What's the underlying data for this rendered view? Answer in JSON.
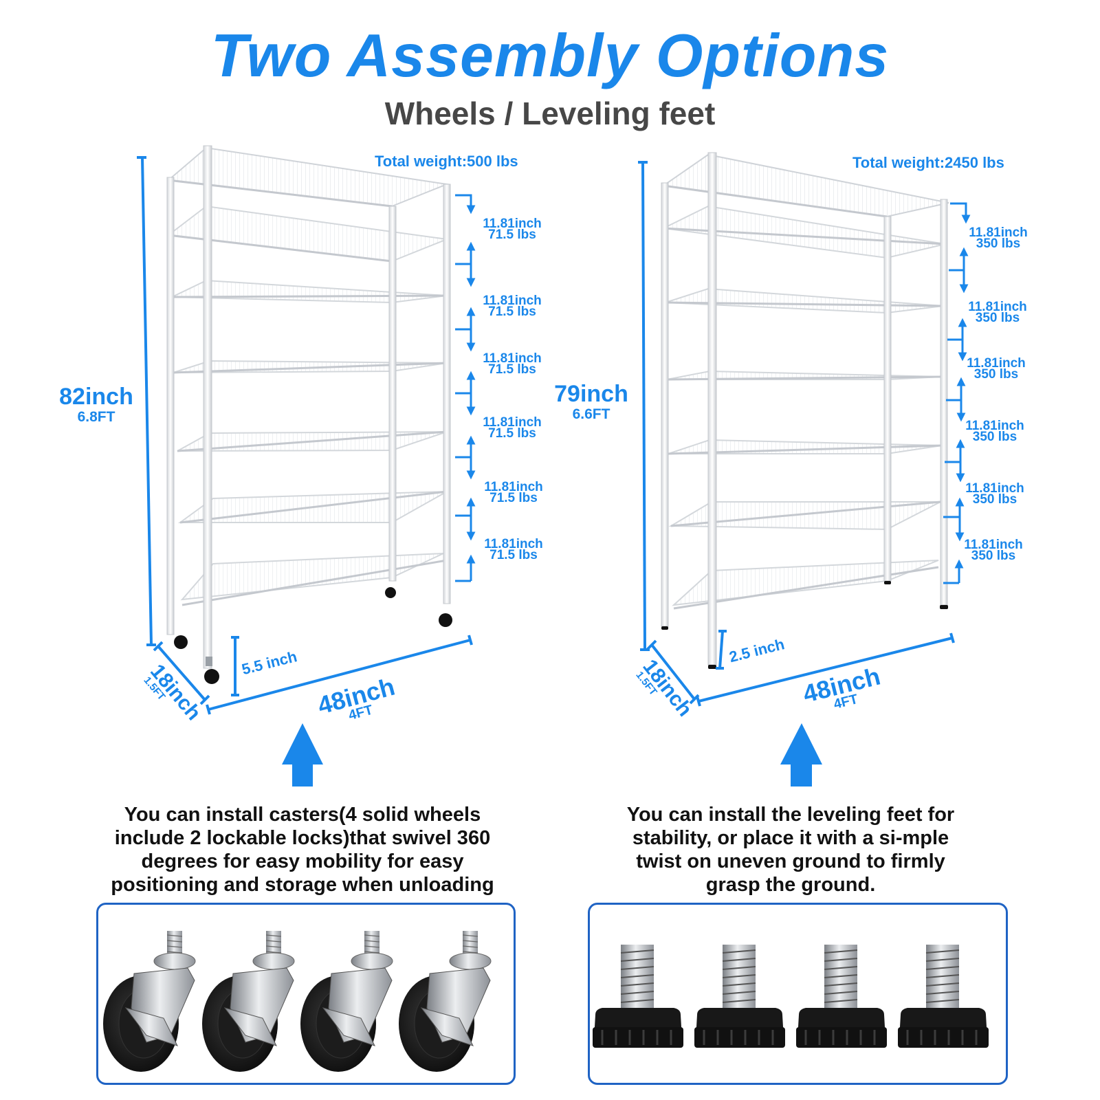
{
  "header": {
    "title": "Two Assembly Options",
    "subtitle": "Wheels / Leveling feet"
  },
  "colors": {
    "accent": "#1a87ea",
    "subtitle": "#474747",
    "body_text": "#111111",
    "box_border": "#1f63c4"
  },
  "left": {
    "total_weight": "Total weight:500 lbs",
    "height_inch": "82inch",
    "height_ft": "6.8FT",
    "depth_inch": "18inch",
    "depth_ft": "1.5FT",
    "width_inch": "48inch",
    "width_ft": "4FT",
    "clearance": "5.5 inch",
    "shelves": [
      {
        "spacing": "11.81inch",
        "load": "71.5 lbs"
      },
      {
        "spacing": "11.81inch",
        "load": "71.5 lbs"
      },
      {
        "spacing": "11.81inch",
        "load": "71.5 lbs"
      },
      {
        "spacing": "11.81inch",
        "load": "71.5 lbs"
      },
      {
        "spacing": "11.81inch",
        "load": "71.5 lbs"
      },
      {
        "spacing": "11.81inch",
        "load": "71.5 lbs"
      }
    ],
    "description": "You can install casters(4 solid wheels include 2 lockable locks)that swivel 360 degrees for easy mobility for easy positioning and storage when unloading",
    "description_lines": [
      "You can install casters(4 solid wheels",
      "include 2 lockable locks)that swivel 360",
      "degrees for easy mobility for easy",
      "positioning and storage when unloading"
    ],
    "accessory": "caster-wheel-icon",
    "accessory_count": 4
  },
  "right": {
    "total_weight": "Total weight:2450 lbs",
    "height_inch": "79inch",
    "height_ft": "6.6FT",
    "depth_inch": "18inch",
    "depth_ft": "1.5FT",
    "width_inch": "48inch",
    "width_ft": "4FT",
    "clearance": "2.5 inch",
    "shelves": [
      {
        "spacing": "11.81inch",
        "load": "350 lbs"
      },
      {
        "spacing": "11.81inch",
        "load": "350 lbs"
      },
      {
        "spacing": "11.81inch",
        "load": "350 lbs"
      },
      {
        "spacing": "11.81inch",
        "load": "350 lbs"
      },
      {
        "spacing": "11.81inch",
        "load": "350 lbs"
      },
      {
        "spacing": "11.81inch",
        "load": "350 lbs"
      }
    ],
    "description": "You can install the leveling feet for stability, or place it with a si-mple twist on uneven ground to firmly grasp the ground.",
    "description_lines": [
      "You can install the leveling feet for",
      "stability, or place it with a si-mple",
      "twist on uneven ground to firmly",
      "grasp the ground."
    ],
    "accessory": "leveling-foot-icon",
    "accessory_count": 4
  }
}
